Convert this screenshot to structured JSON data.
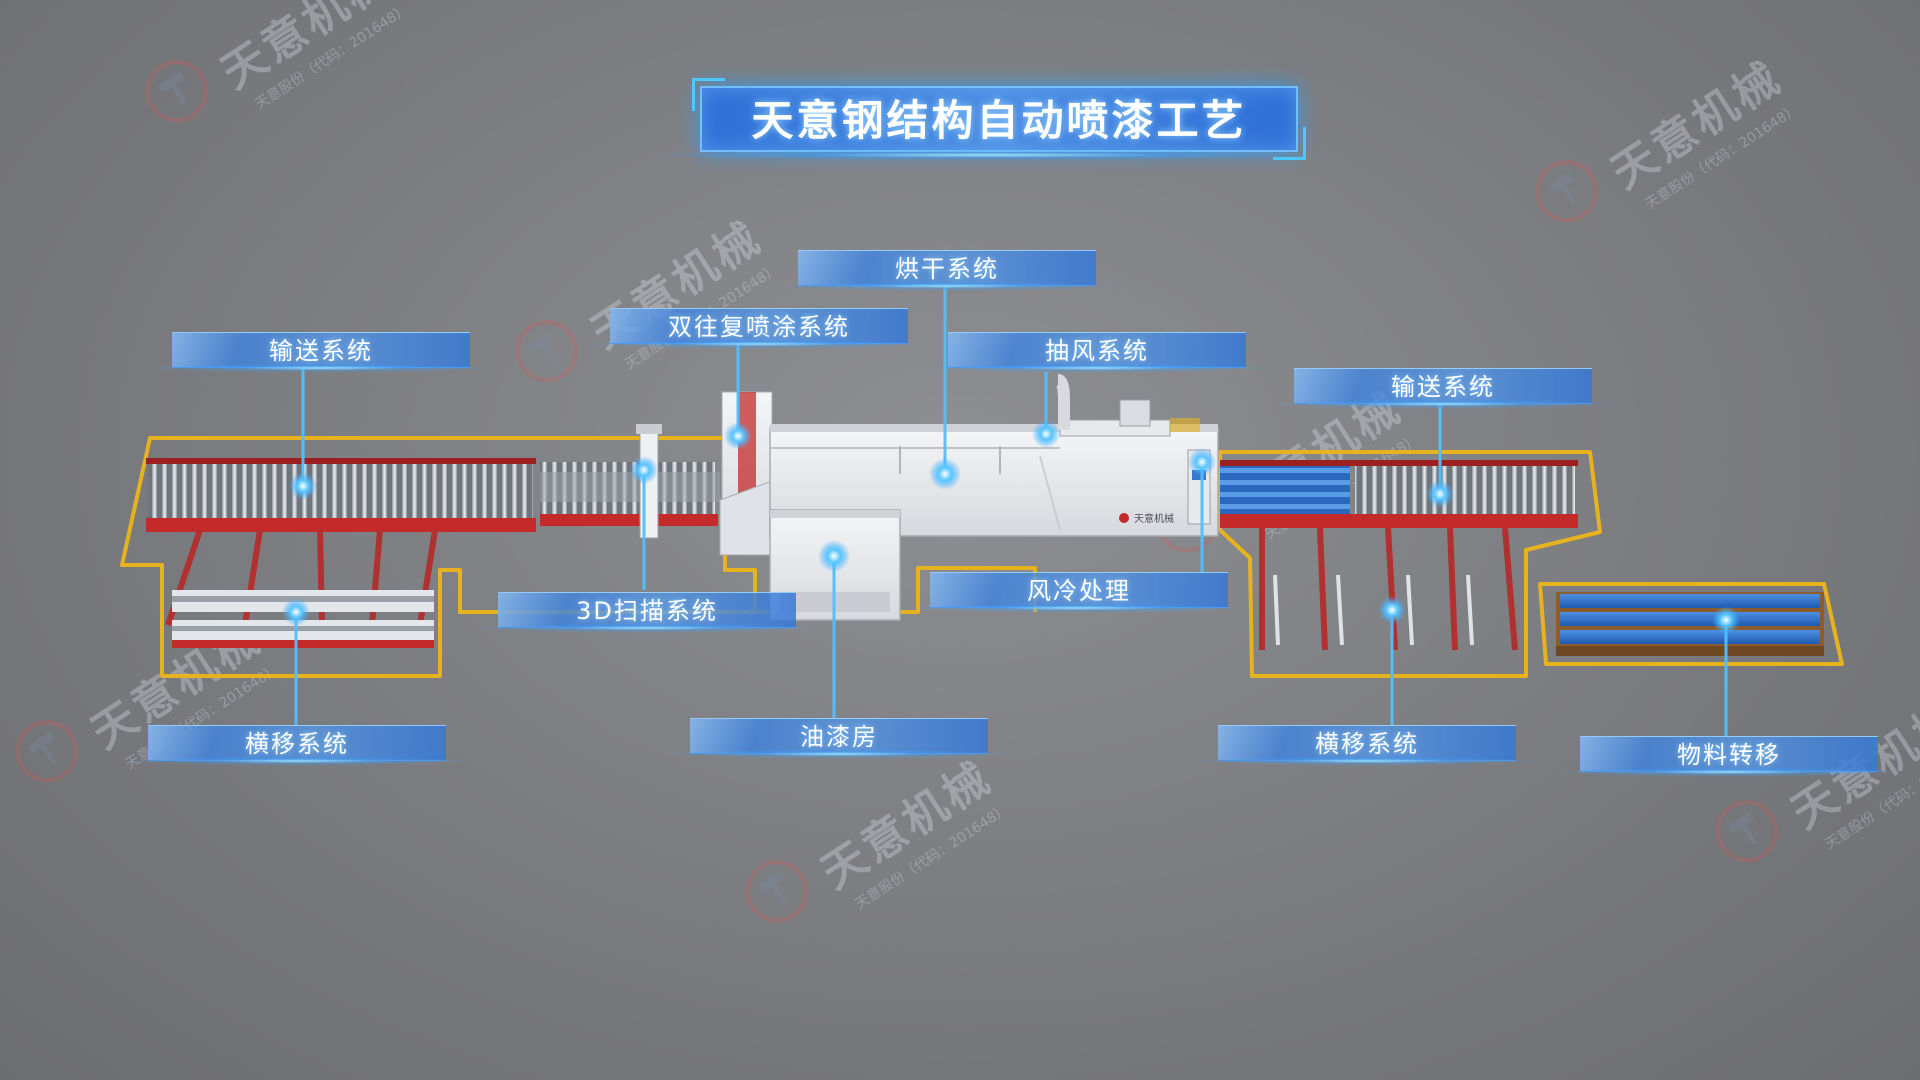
{
  "title": "天意钢结构自动喷漆工艺",
  "labels": [
    {
      "id": "drying-system",
      "text": "烘干系统"
    },
    {
      "id": "reciprocating-spray",
      "text": "双往复喷涂系统"
    },
    {
      "id": "conveyor-left",
      "text": "输送系统"
    },
    {
      "id": "exhaust-system",
      "text": "抽风系统"
    },
    {
      "id": "conveyor-right",
      "text": "输送系统"
    },
    {
      "id": "scanning-3d",
      "text": "3D扫描系统"
    },
    {
      "id": "air-cooling",
      "text": "风冷处理"
    },
    {
      "id": "transverse-left",
      "text": "横移系统"
    },
    {
      "id": "paint-room",
      "text": "油漆房"
    },
    {
      "id": "transverse-right",
      "text": "横移系统"
    },
    {
      "id": "material-transfer",
      "text": "物料转移"
    }
  ],
  "equipment_brand": "天意机械",
  "watermark": {
    "brand": "天意机械",
    "sub": "天意股份（代码：201648）"
  },
  "colors": {
    "accent": "#3aa8ff",
    "outline": "#e6b21e",
    "frame_red": "#c42a2a",
    "roller": "#cfd3d9",
    "machine": "#eef0f2",
    "panel_blue": "#2f73c9"
  }
}
